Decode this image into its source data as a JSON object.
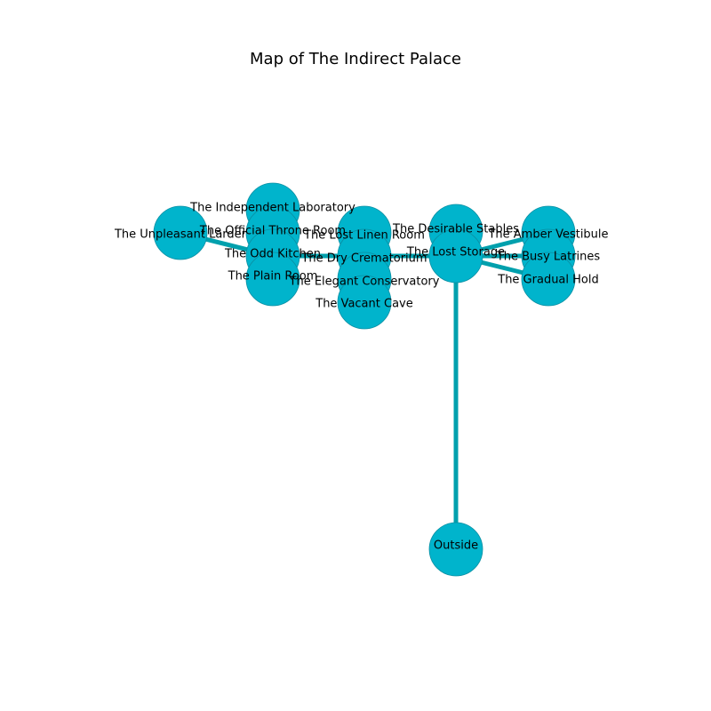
{
  "title": "Map of The Indirect Palace",
  "colors": {
    "node_fill": "#00b4cc",
    "node_stroke": "#0a8fa3",
    "edge": "#00a0ad",
    "label": "#000000"
  },
  "rooms": [
    {
      "id": "unpleasant_larder",
      "label": "The Unpleasant Larder"
    },
    {
      "id": "independent_laboratory",
      "label": "The Independent Laboratory"
    },
    {
      "id": "official_throne_room",
      "label": "The Official Throne Room"
    },
    {
      "id": "odd_kitchen",
      "label": "The Odd Kitchen"
    },
    {
      "id": "plain_room",
      "label": "The Plain Room"
    },
    {
      "id": "lost_linen_room",
      "label": "The Lost Linen Room"
    },
    {
      "id": "dry_crematorium",
      "label": "The Dry Crematorium"
    },
    {
      "id": "elegant_conservatory",
      "label": "The Elegant Conservatory"
    },
    {
      "id": "vacant_cave",
      "label": "The Vacant Cave"
    },
    {
      "id": "desirable_stables",
      "label": "The Desirable Stables"
    },
    {
      "id": "lost_storage",
      "label": "The Lost Storage"
    },
    {
      "id": "amber_vestibule",
      "label": "The Amber Vestibule"
    },
    {
      "id": "busy_latrines",
      "label": "The Busy Latrines"
    },
    {
      "id": "gradual_hold",
      "label": "The Gradual Hold"
    },
    {
      "id": "outside",
      "label": "Outside"
    }
  ],
  "connections": [
    [
      "outside",
      "lost_storage"
    ],
    [
      "lost_storage",
      "desirable_stables"
    ],
    [
      "lost_storage",
      "amber_vestibule"
    ],
    [
      "lost_storage",
      "busy_latrines"
    ],
    [
      "lost_storage",
      "gradual_hold"
    ],
    [
      "lost_storage",
      "dry_crematorium"
    ],
    [
      "dry_crematorium",
      "lost_linen_room"
    ],
    [
      "dry_crematorium",
      "elegant_conservatory"
    ],
    [
      "dry_crematorium",
      "vacant_cave"
    ],
    [
      "dry_crematorium",
      "odd_kitchen"
    ],
    [
      "odd_kitchen",
      "official_throne_room"
    ],
    [
      "odd_kitchen",
      "independent_laboratory"
    ],
    [
      "odd_kitchen",
      "plain_room"
    ],
    [
      "odd_kitchen",
      "unpleasant_larder"
    ]
  ]
}
